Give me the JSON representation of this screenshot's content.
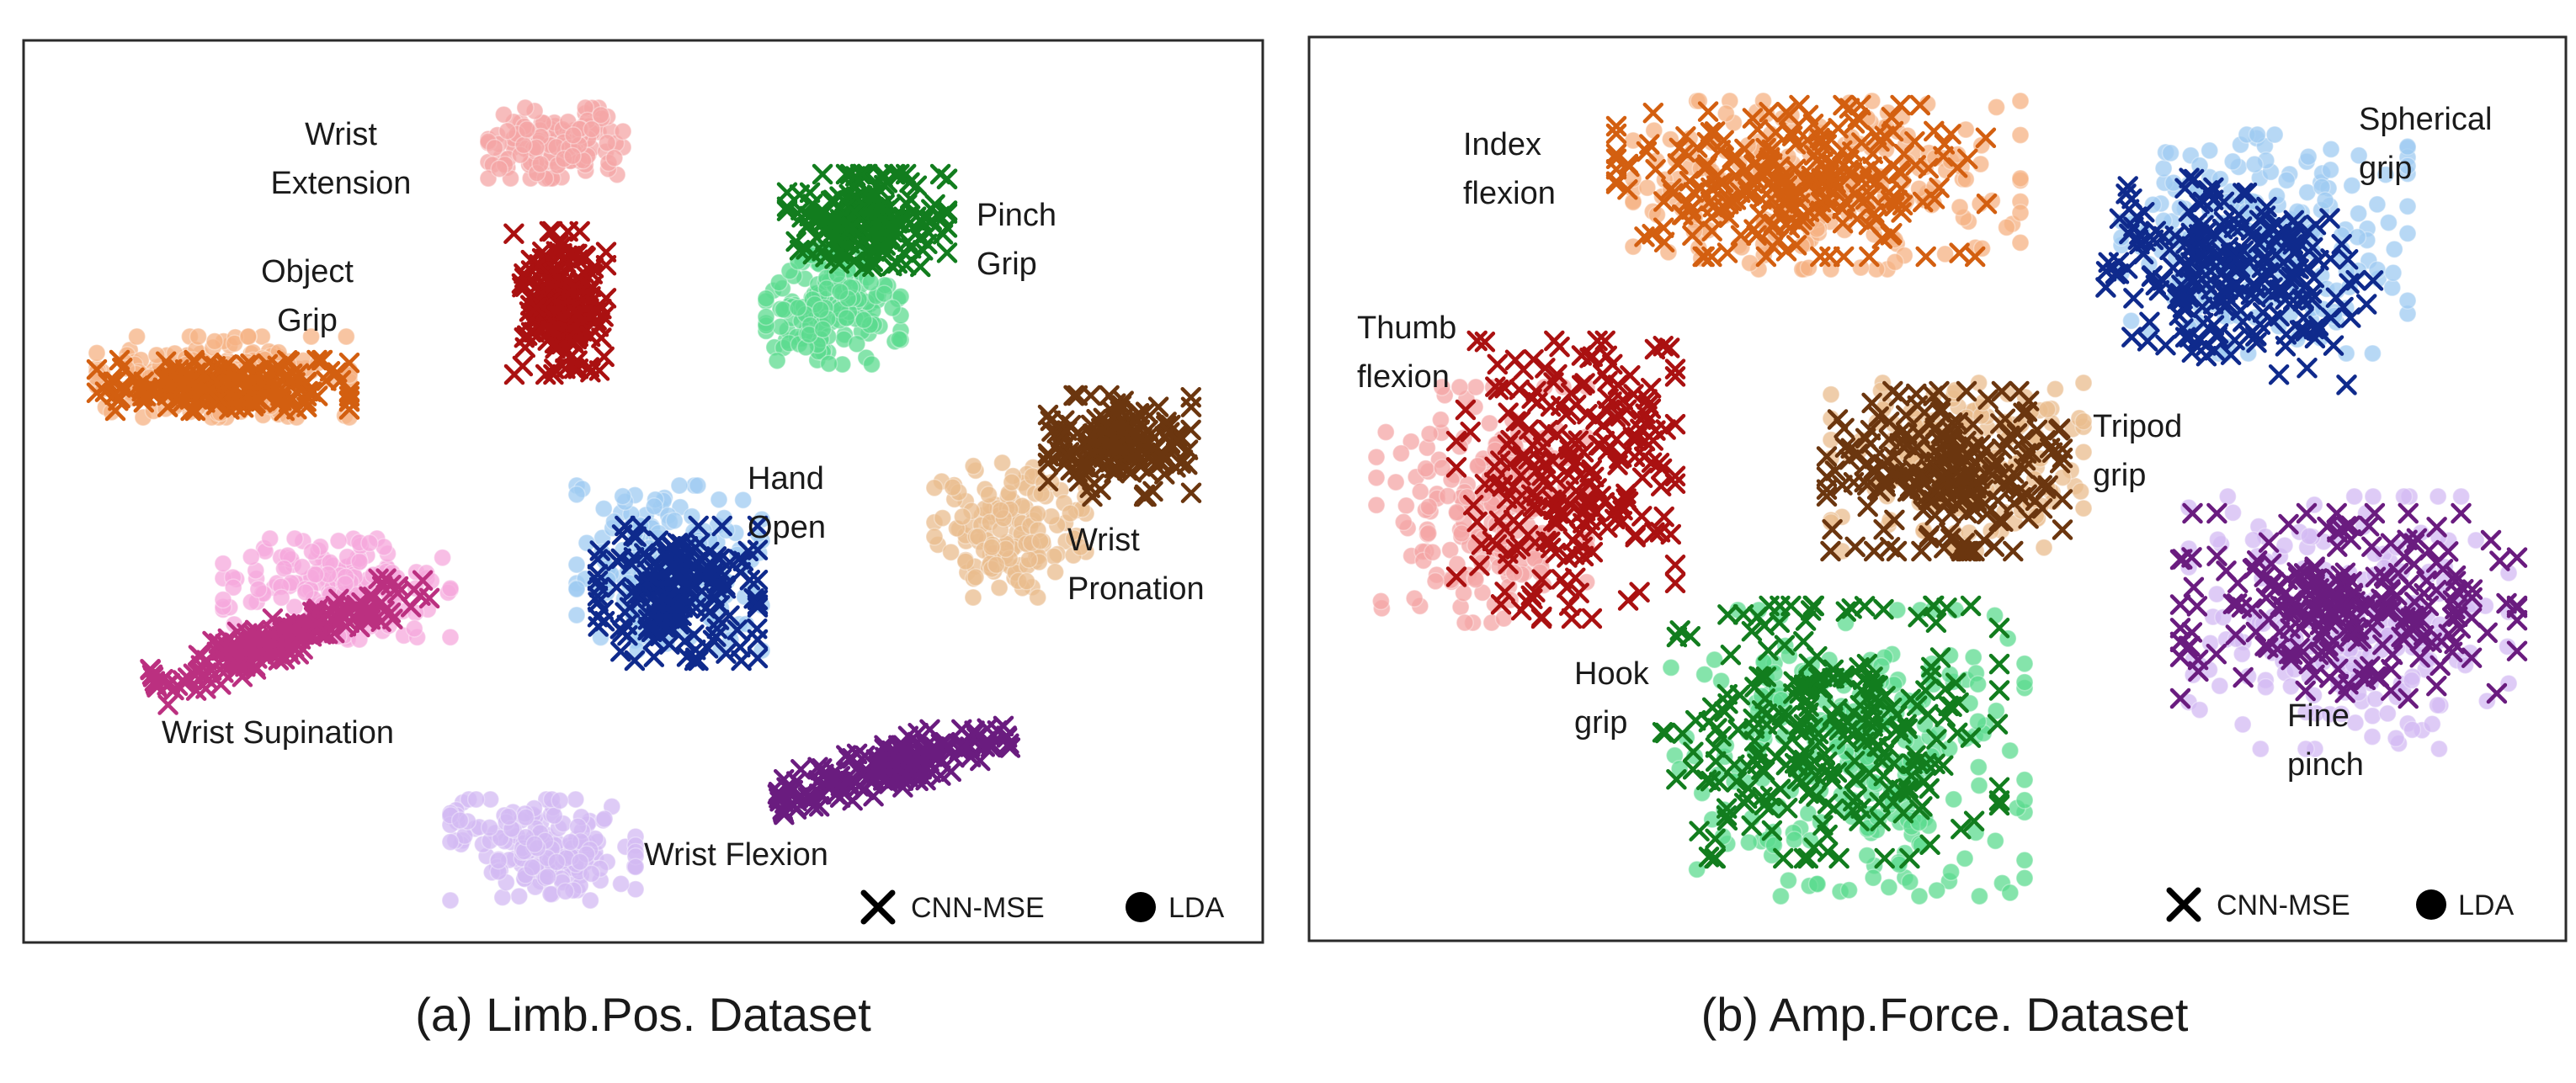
{
  "chart_data": [
    {
      "type": "scatter",
      "caption": "(a) Limb.Pos. Dataset",
      "legend": [
        {
          "label": "CNN-MSE",
          "marker": "x-icon"
        },
        {
          "label": "LDA",
          "marker": "dot-icon"
        }
      ],
      "clusters": [
        {
          "label": [
            "Wrist",
            "Extension"
          ],
          "series": [
            {
              "method": "LDA",
              "color": "#f4a6a6",
              "marker": "circle",
              "center": [
                660,
                170
              ],
              "spread": [
                80,
                42
              ],
              "n": 150
            }
          ]
        },
        {
          "label": [
            "Object",
            "Grip"
          ],
          "series": [
            {
              "method": "LDA",
              "color": "#f5b183",
              "marker": "circle",
              "center": [
                265,
                448
              ],
              "spread": [
                150,
                48
              ],
              "n": 230
            },
            {
              "method": "CNN-MSE",
              "color": "#d35f10",
              "marker": "x",
              "center": [
                265,
                458
              ],
              "spread": [
                150,
                30
              ],
              "n": 200
            }
          ]
        },
        {
          "label": [],
          "series": [
            {
              "method": "CNN-MSE",
              "color": "#aa1111",
              "marker": "x",
              "center": [
                665,
                360
              ],
              "spread": [
                55,
                85
              ],
              "n": 190
            }
          ]
        },
        {
          "label": [
            "Pinch",
            "Grip"
          ],
          "series": [
            {
              "method": "LDA",
              "color": "#5cdb8f",
              "marker": "circle",
              "center": [
                990,
                365
              ],
              "spread": [
                80,
                68
              ],
              "n": 170
            },
            {
              "method": "CNN-MSE",
              "color": "#127d1e",
              "marker": "x",
              "center": [
                1030,
                262
              ],
              "spread": [
                95,
                55
              ],
              "n": 190
            }
          ]
        },
        {
          "label": [
            "Hand",
            "Open"
          ],
          "series": [
            {
              "method": "LDA",
              "color": "#9fcbf2",
              "marker": "circle",
              "center": [
                795,
                675
              ],
              "spread": [
                110,
                98
              ],
              "n": 190
            },
            {
              "method": "CNN-MSE",
              "color": "#0f2a8c",
              "marker": "x",
              "center": [
                805,
                705
              ],
              "spread": [
                95,
                80
              ],
              "n": 190
            }
          ]
        },
        {
          "label": [
            "Wrist",
            "Pronation"
          ],
          "series": [
            {
              "method": "LDA",
              "color": "#e9bc8e",
              "marker": "circle",
              "center": [
                1200,
                630
              ],
              "spread": [
                90,
                80
              ],
              "n": 150
            },
            {
              "method": "CNN-MSE",
              "color": "#6b360f",
              "marker": "x",
              "center": [
                1330,
                530
              ],
              "spread": [
                85,
                60
              ],
              "n": 170
            }
          ]
        },
        {
          "label": [
            "Wrist Supination"
          ],
          "series": [
            {
              "method": "LDA",
              "color": "#f5a8dc",
              "marker": "circle",
              "center": [
                400,
                700
              ],
              "spread": [
                135,
                60
              ],
              "n": 170
            },
            {
              "method": "CNN-MSE",
              "color": "#bb3080",
              "marker": "x",
              "center": [
                345,
                755
              ],
              "spread": [
                170,
                26
              ],
              "tilt": -0.36,
              "n": 210
            }
          ]
        },
        {
          "label": [
            "Wrist Flexion"
          ],
          "series": [
            {
              "method": "CNN-MSE",
              "color": "#6a1c7f",
              "marker": "x",
              "center": [
                1060,
                910
              ],
              "spread": [
                140,
                28
              ],
              "tilt": -0.3,
              "n": 180
            }
          ]
        },
        {
          "label": [],
          "series": [
            {
              "method": "LDA",
              "color": "#d3b9f3",
              "marker": "circle",
              "center": [
                645,
                1010
              ],
              "spread": [
                110,
                60
              ],
              "n": 170
            }
          ]
        }
      ]
    },
    {
      "type": "scatter",
      "caption": "(b) Amp.Force. Dataset",
      "legend": [
        {
          "label": "CNN-MSE",
          "marker": "x-icon"
        },
        {
          "label": "LDA",
          "marker": "dot-icon"
        }
      ],
      "clusters": [
        {
          "label": [
            "Index",
            "flexion"
          ],
          "series": [
            {
              "method": "LDA",
              "color": "#f5b183",
              "marker": "circle",
              "center": [
                2170,
                220
              ],
              "spread": [
                230,
                100
              ],
              "n": 240
            },
            {
              "method": "CNN-MSE",
              "color": "#d35f10",
              "marker": "x",
              "center": [
                2140,
                215
              ],
              "spread": [
                220,
                90
              ],
              "n": 250
            }
          ]
        },
        {
          "label": [
            "Spherical",
            "grip"
          ],
          "series": [
            {
              "method": "LDA",
              "color": "#9fcbf2",
              "marker": "circle",
              "center": [
                2690,
                290
              ],
              "spread": [
                170,
                130
              ],
              "n": 220
            },
            {
              "method": "CNN-MSE",
              "color": "#0f2a8c",
              "marker": "x",
              "center": [
                2660,
                330
              ],
              "spread": [
                155,
                100
              ],
              "tilt": 0.25,
              "n": 230
            }
          ]
        },
        {
          "label": [
            "Thumb",
            "flexion"
          ],
          "series": [
            {
              "method": "LDA",
              "color": "#f4a6a6",
              "marker": "circle",
              "center": [
                1760,
                600
              ],
              "spread": [
                125,
                140
              ],
              "n": 210
            },
            {
              "method": "CNN-MSE",
              "color": "#aa1111",
              "marker": "x",
              "center": [
                1860,
                570
              ],
              "spread": [
                130,
                165
              ],
              "n": 230
            }
          ]
        },
        {
          "label": [
            "Tripod",
            "grip"
          ],
          "series": [
            {
              "method": "LDA",
              "color": "#e9bc8e",
              "marker": "circle",
              "center": [
                2325,
                555
              ],
              "spread": [
                150,
                100
              ],
              "n": 200
            },
            {
              "method": "CNN-MSE",
              "color": "#6b360f",
              "marker": "x",
              "center": [
                2310,
                560
              ],
              "spread": [
                140,
                95
              ],
              "n": 220
            }
          ]
        },
        {
          "label": [
            "Fine",
            "pinch"
          ],
          "series": [
            {
              "method": "LDA",
              "color": "#d3b9f3",
              "marker": "circle",
              "center": [
                2790,
                740
              ],
              "spread": [
                190,
                150
              ],
              "n": 220
            },
            {
              "method": "CNN-MSE",
              "color": "#6a1c7f",
              "marker": "x",
              "center": [
                2790,
                720
              ],
              "spread": [
                200,
                110
              ],
              "n": 240
            }
          ]
        },
        {
          "label": [
            "Hook",
            "grip"
          ],
          "series": [
            {
              "method": "LDA",
              "color": "#5cdb8f",
              "marker": "circle",
              "center": [
                2195,
                895
              ],
              "spread": [
                210,
                170
              ],
              "n": 240
            },
            {
              "method": "CNN-MSE",
              "color": "#127d1e",
              "marker": "x",
              "center": [
                2175,
                870
              ],
              "spread": [
                200,
                150
              ],
              "n": 260
            }
          ]
        }
      ]
    }
  ]
}
